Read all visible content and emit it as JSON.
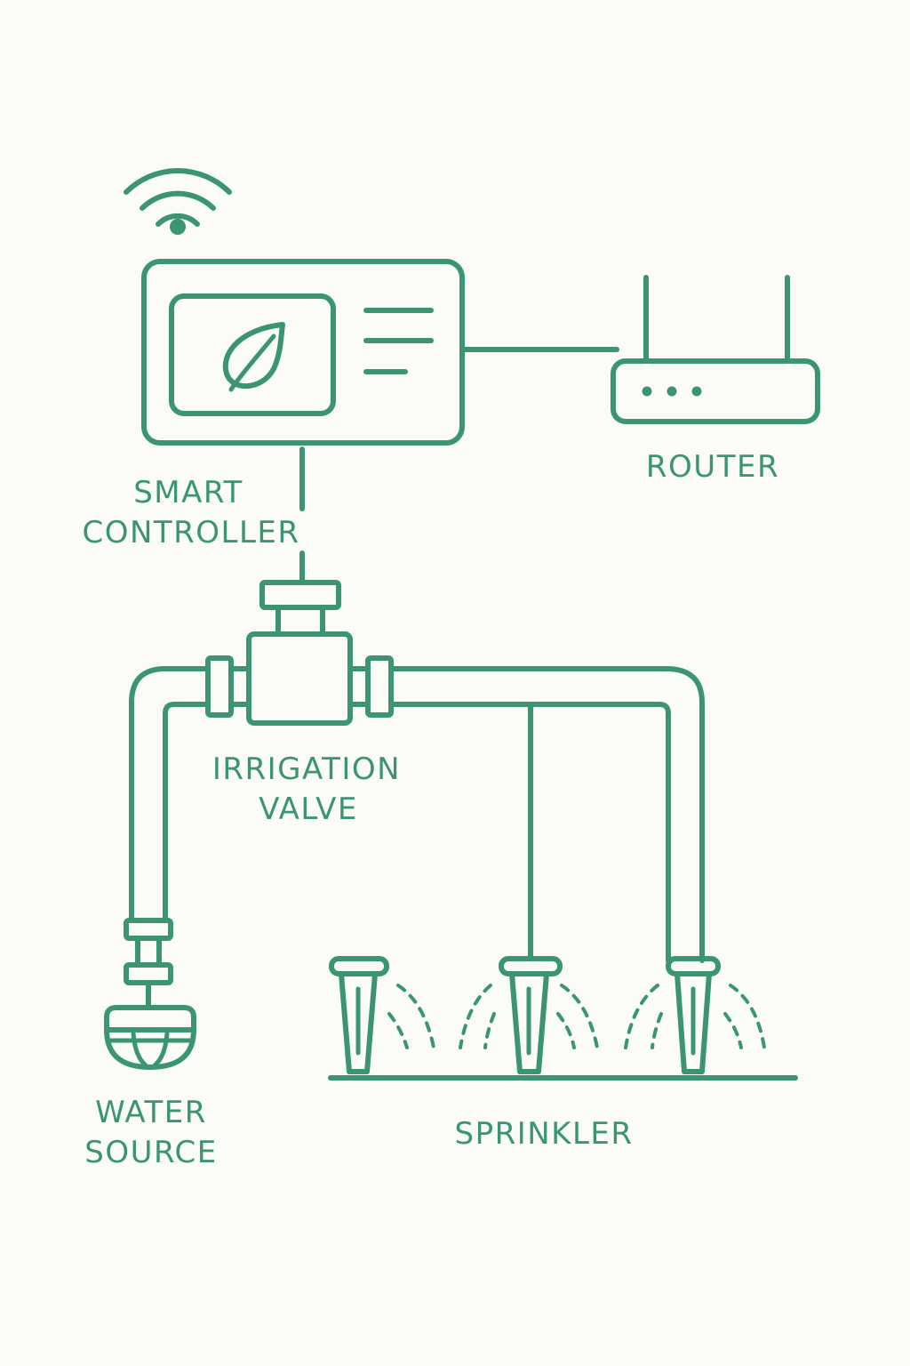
{
  "colors": {
    "line": "#3b9474",
    "background": "#fbfcf8"
  },
  "labels": {
    "controller_line1": "SMART",
    "controller_line2": "CONTROLLER",
    "router": "ROUTER",
    "valve_line1": "IRRIGATION",
    "valve_line2": "VALVE",
    "water_line1": "WATER",
    "water_line2": "SOURCE",
    "sprinkler": "SPRINKLER"
  },
  "icons": {
    "wifi": "wifi-icon",
    "leaf": "leaf-icon",
    "router": "router-icon",
    "valve": "valve-icon",
    "faucet": "water-source-icon",
    "sprinkler": "sprinkler-icon"
  }
}
